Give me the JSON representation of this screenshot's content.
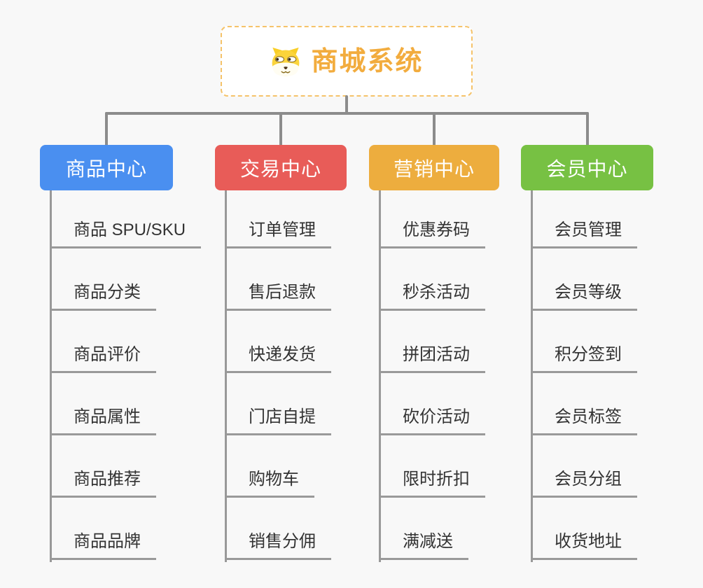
{
  "page": {
    "background": "#f8f8f8",
    "connector_color": "#8c8c8c",
    "leaf_line_color": "#999999",
    "leaf_text_color": "#333333"
  },
  "root": {
    "title": "商城系统",
    "title_color": "#f2ac3e",
    "border_color": "#f5c36a",
    "icon": "shiba-dog-icon"
  },
  "branches": [
    {
      "label": "商品中心",
      "color": "#4a8ff0",
      "children": [
        "商品 SPU/SKU",
        "商品分类",
        "商品评价",
        "商品属性",
        "商品推荐",
        "商品品牌"
      ]
    },
    {
      "label": "交易中心",
      "color": "#e85c58",
      "children": [
        "订单管理",
        "售后退款",
        "快递发货",
        "门店自提",
        "购物车",
        "销售分佣"
      ]
    },
    {
      "label": "营销中心",
      "color": "#edad3e",
      "children": [
        "优惠券码",
        "秒杀活动",
        "拼团活动",
        "砍价活动",
        "限时折扣",
        "满减送"
      ]
    },
    {
      "label": "会员中心",
      "color": "#77c143",
      "children": [
        "会员管理",
        "会员等级",
        "积分签到",
        "会员标签",
        "会员分组",
        "收货地址"
      ]
    }
  ]
}
